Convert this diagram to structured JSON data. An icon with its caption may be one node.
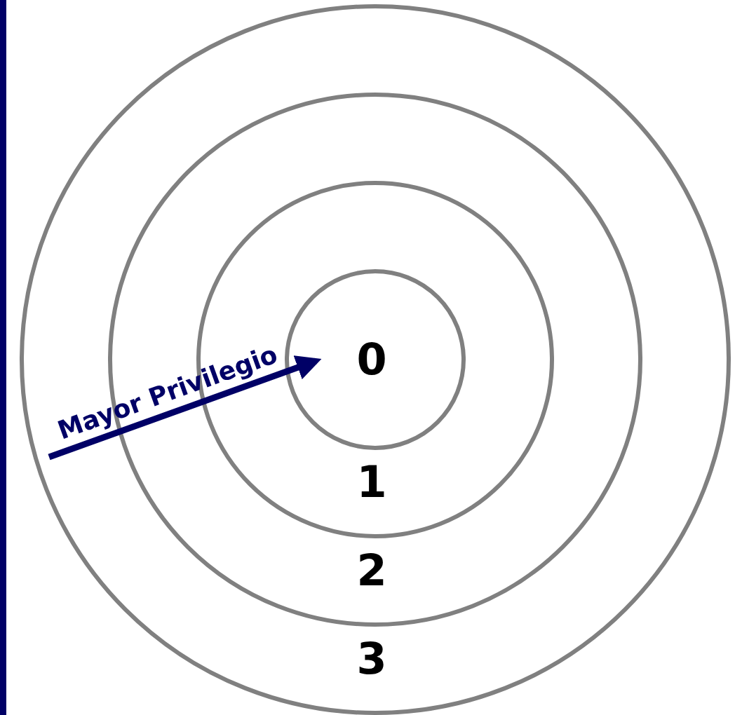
{
  "diagram": {
    "nodes": [
      {
        "text": [
          "3"
        ]
      },
      {
        "text": [
          "2"
        ],
        "in": 0
      },
      {
        "text": [
          "1"
        ],
        "in": 1
      },
      {
        "text": [
          "0"
        ],
        "in": 2
      }
    ],
    "labels": [
      "Mayor Privilegio"
    ]
  }
}
